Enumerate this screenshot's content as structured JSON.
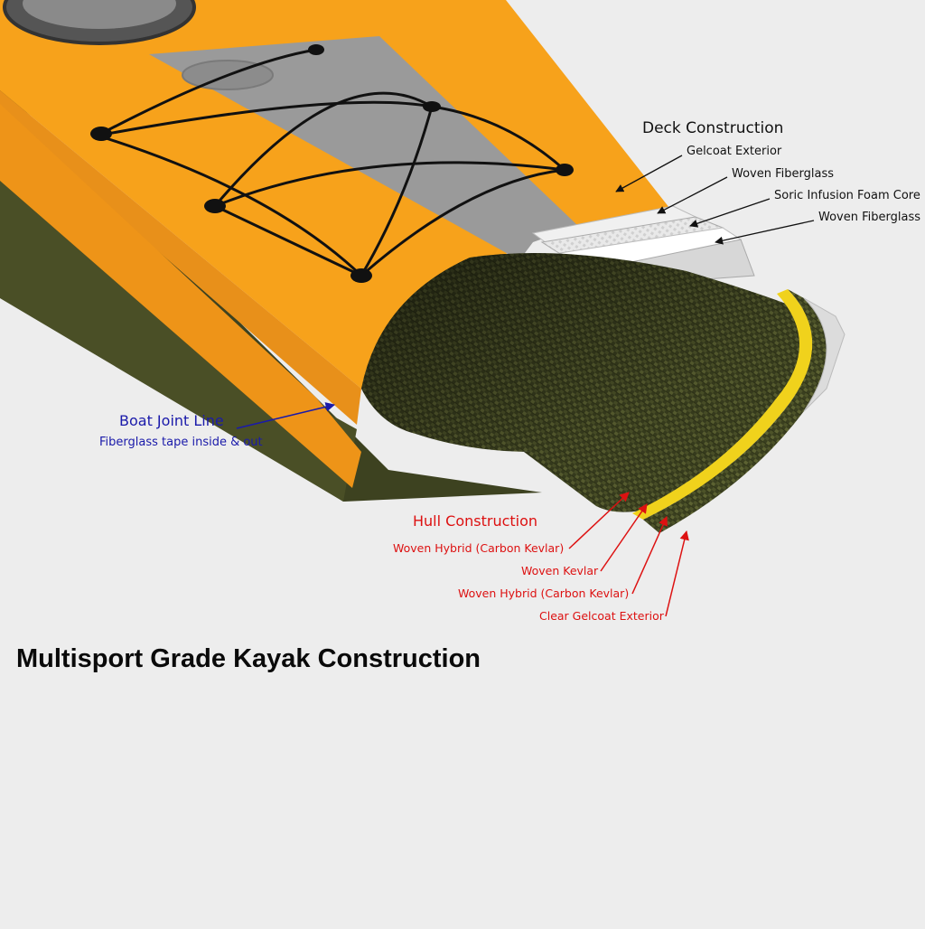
{
  "title": "Multisport Grade Kayak Construction",
  "deck": {
    "heading": "Deck Construction",
    "layers": [
      "Gelcoat Exterior",
      "Woven Fiberglass",
      "Soric Infusion Foam Core",
      "Woven Fiberglass"
    ]
  },
  "joint": {
    "heading": "Boat Joint Line",
    "sub": "Fiberglass tape inside & out"
  },
  "hull": {
    "heading": "Hull Construction",
    "layers": [
      "Woven Hybrid (Carbon Kevlar)",
      "Woven Kevlar",
      "Woven Hybrid (Carbon Kevlar)",
      "Clear Gelcoat Exterior"
    ]
  },
  "colors": {
    "deck_orange": "#f7a21b",
    "deck_stripe": "#9a9a9a",
    "hull_weave": "#3d4220",
    "kevlar_yellow": "#f0d21c",
    "deck_label": "#111111",
    "joint_label": "#1a1aaa",
    "hull_label": "#dd1111"
  }
}
